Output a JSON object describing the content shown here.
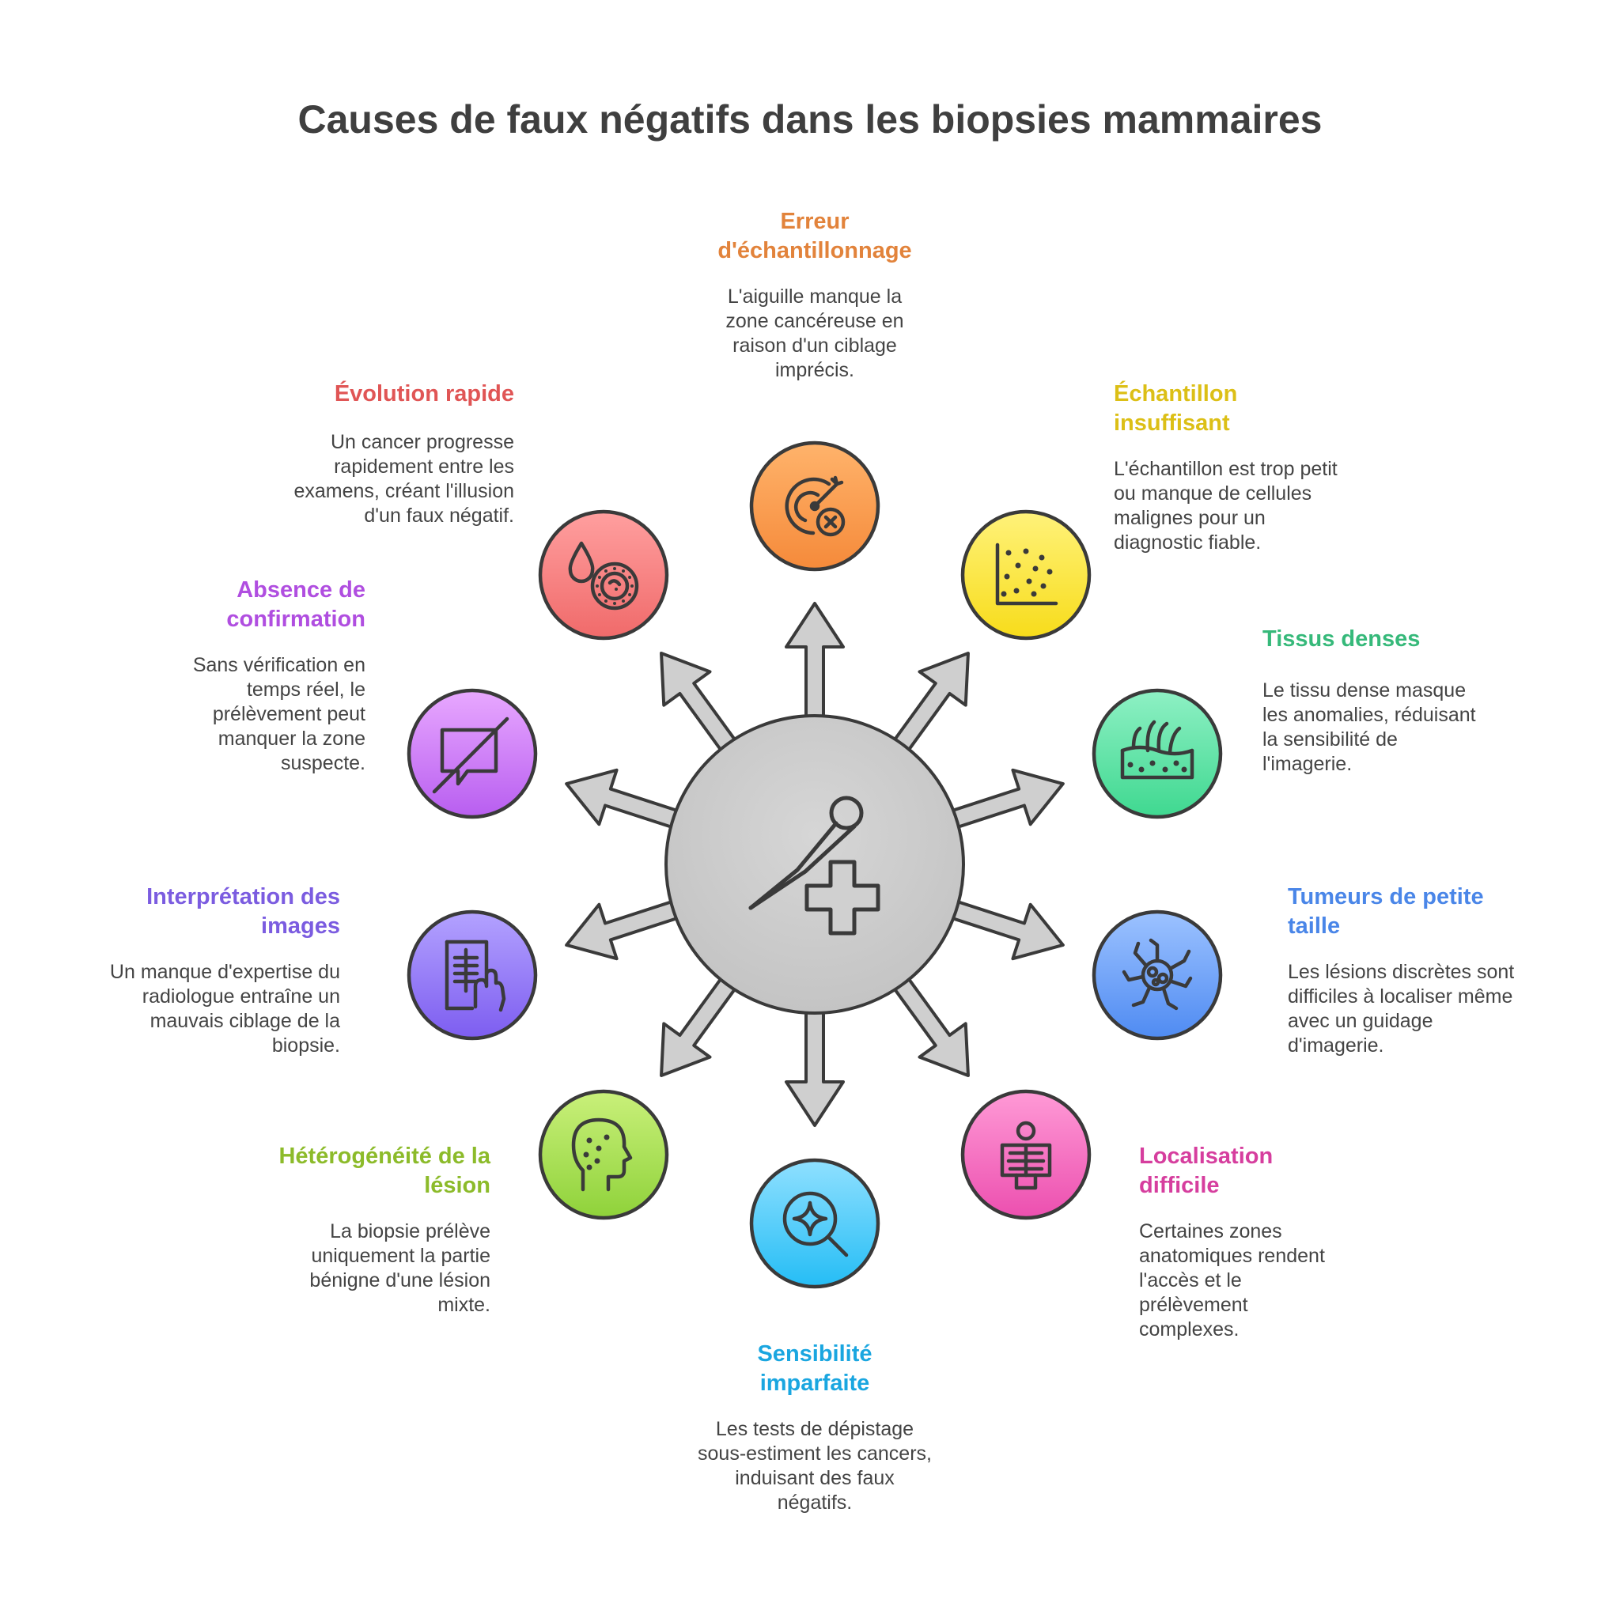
{
  "title": "Causes de faux négatifs dans les biopsies mammaires",
  "hub": {
    "icon": "biopsy-needle-medical-cross-icon",
    "color": "#c9c9c9"
  },
  "items": [
    {
      "id": "erreur-echantillonnage",
      "title": "Erreur d'échantillonnage",
      "desc": "L'aiguille manque la zone cancéreuse en raison d'un ciblage imprécis.",
      "color": "#f28a3c",
      "icon": "target-miss-icon"
    },
    {
      "id": "echantillon-insuffisant",
      "title": "Échantillon insuffisant",
      "desc": "L'échantillon est trop petit ou manque de cellules malignes pour un diagnostic fiable.",
      "color": "#e3c319",
      "icon": "scatter-plot-icon"
    },
    {
      "id": "tissus-denses",
      "title": "Tissus denses",
      "desc": "Le tissu dense masque les anomalies, réduisant la sensibilité de l'imagerie.",
      "color": "#3dbf7e",
      "icon": "skin-tissue-icon"
    },
    {
      "id": "tumeurs-petite-taille",
      "title": "Tumeurs de petite taille",
      "desc": "Les lésions discrètes sont difficiles à localiser même avec un guidage d'imagerie.",
      "color": "#4a86e8",
      "icon": "cell-virus-icon"
    },
    {
      "id": "localisation-difficile",
      "title": "Localisation difficile",
      "desc": "Certaines zones anatomiques rendent l'accès et le prélèvement complexes.",
      "color": "#e040a8",
      "icon": "body-xray-icon"
    },
    {
      "id": "sensibilite-imparfaite",
      "title": "Sensibilité imparfaite",
      "desc": "Les tests de dépistage sous-estiment les cancers, induisant des faux négatifs.",
      "color": "#1aa6e0",
      "icon": "magnifier-sparkle-icon"
    },
    {
      "id": "heterogeneite-lesion",
      "title": "Hétérogénéité de la lésion",
      "desc": "La biopsie prélève uniquement la partie bénigne d'une lésion mixte.",
      "color": "#8fbf2a",
      "icon": "head-profile-dots-icon"
    },
    {
      "id": "interpretation-images",
      "title": "Interprétation des images",
      "desc": "Un manque d'expertise du radiologue entraîne un mauvais ciblage de la biopsie.",
      "color": "#7b5ce0",
      "icon": "xray-hand-icon"
    },
    {
      "id": "absence-confirmation",
      "title": "Absence de confirmation",
      "desc": "Sans vérification en temps réel, le prélèvement peut manquer la zone suspecte.",
      "color": "#b04ee0",
      "icon": "message-off-icon"
    },
    {
      "id": "evolution-rapide",
      "title": "Évolution rapide",
      "desc": "Un cancer progresse rapidement entre les examens, créant l'illusion d'un faux négatif.",
      "color": "#e05555",
      "icon": "drop-cell-icon"
    }
  ],
  "circle_colors": {
    "erreur-echantillonnage": [
      "#ffb36b",
      "#f58a3a"
    ],
    "echantillon-insuffisant": [
      "#fff27a",
      "#f7dc1a"
    ],
    "tissus-denses": [
      "#8ef0c4",
      "#3fd890"
    ],
    "tumeurs-petite-taille": [
      "#9cc2ff",
      "#4f8bf2"
    ],
    "localisation-difficile": [
      "#ff9ad6",
      "#ec4faf"
    ],
    "sensibilite-imparfaite": [
      "#8fe0ff",
      "#25bdf5"
    ],
    "heterogeneite-lesion": [
      "#c9f07a",
      "#8fd23a"
    ],
    "interpretation-images": [
      "#b3a2ff",
      "#7d5df0"
    ],
    "absence-confirmation": [
      "#e8a8ff",
      "#b85ef0"
    ],
    "evolution-rapide": [
      "#ff9f9f",
      "#f06a6a"
    ]
  }
}
